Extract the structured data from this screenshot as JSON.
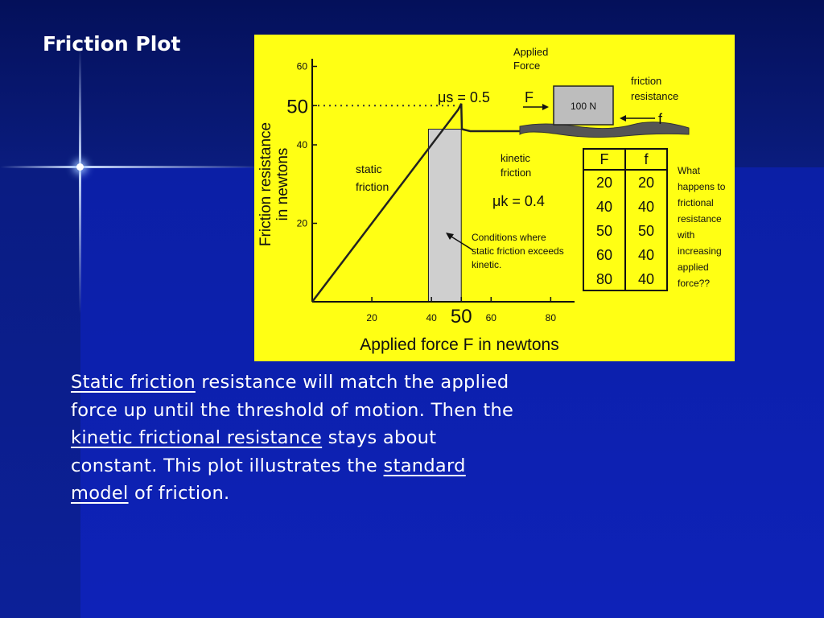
{
  "slide": {
    "title": "Friction Plot",
    "colors": {
      "background": "#0b1a8c",
      "figure_background": "#ffff14",
      "text": "#ffffff"
    },
    "paragraph": [
      {
        "text": "Static friction",
        "link": true
      },
      {
        "text": " resistance will match the applied force up until the threshold of motion. Then the ",
        "link": false
      },
      {
        "text": "kinetic frictional resistance",
        "link": true
      },
      {
        "text": " stays about constant. This plot illustrates the ",
        "link": false
      },
      {
        "text": "standard model",
        "link": true
      },
      {
        "text": " of friction.",
        "link": false
      }
    ]
  },
  "figure": {
    "diagram": {
      "applied_force_label": [
        "Applied",
        "Force"
      ],
      "force_symbol": "F",
      "block_label": "100 N",
      "friction_label": [
        "friction",
        "resistance"
      ],
      "friction_symbol": "f"
    },
    "annotations": {
      "mu_static": "μs = 0.5",
      "mu_kinetic": "μk = 0.4",
      "static_friction": [
        "static",
        "friction"
      ],
      "kinetic_friction": [
        "kinetic",
        "friction"
      ],
      "conditions": [
        "Conditions where",
        "static friction exceeds",
        "kinetic."
      ],
      "question": [
        "What",
        "happens to",
        "frictional",
        "resistance",
        "with",
        "increasing",
        "applied",
        "force??"
      ]
    },
    "table": {
      "headers": [
        "F",
        "f"
      ],
      "rows": [
        [
          "20",
          "20"
        ],
        [
          "40",
          "40"
        ],
        [
          "50",
          "50"
        ],
        [
          "60",
          "40"
        ],
        [
          "80",
          "40"
        ]
      ]
    }
  },
  "chart_data": {
    "type": "line",
    "xlabel": "Applied force F in newtons",
    "ylabel": [
      "Friction resistance",
      "in newtons"
    ],
    "x_ticks": [
      "20",
      "40",
      "50",
      "60",
      "80"
    ],
    "y_ticks": [
      "20",
      "40",
      "50",
      "60"
    ],
    "xlim": [
      0,
      88
    ],
    "ylim": [
      0,
      64
    ],
    "series": [
      {
        "x": [
          0,
          20,
          40,
          49,
          50,
          50.2,
          53,
          60,
          80
        ],
        "y": [
          0,
          20,
          40,
          49,
          50.5,
          44,
          43.5,
          43.5,
          43.5
        ]
      }
    ],
    "shaded_region": [
      39,
      50
    ],
    "threshold_line_y": 50
  }
}
